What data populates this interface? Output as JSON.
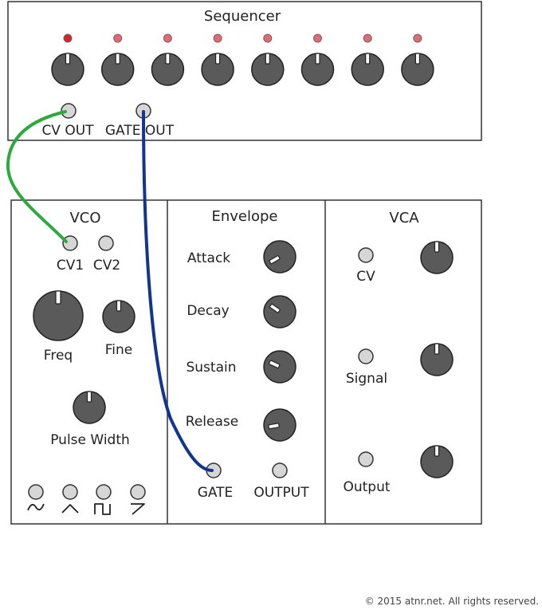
{
  "sequencer": {
    "title": "Sequencer",
    "led_active_color": "#d8232a",
    "led_color": "#e8686f",
    "step_count": 8,
    "cv_out_label": "CV OUT",
    "gate_out_label": "GATE OUT"
  },
  "vco": {
    "title": "VCO",
    "cv1_label": "CV1",
    "cv2_label": "CV2",
    "freq_label": "Freq",
    "fine_label": "Fine",
    "pulse_width_label": "Pulse Width",
    "waveform_icons": [
      "sine-wave-icon",
      "triangle-wave-icon",
      "square-wave-icon",
      "sawtooth-wave-icon"
    ]
  },
  "envelope": {
    "title": "Envelope",
    "attack_label": "Attack",
    "decay_label": "Decay",
    "sustain_label": "Sustain",
    "release_label": "Release",
    "gate_label": "GATE",
    "output_label": "OUTPUT"
  },
  "vca": {
    "title": "VCA",
    "cv_label": "CV",
    "signal_label": "Signal",
    "output_label": "Output"
  },
  "cables": {
    "cv_cable_color": "#2daa3c",
    "gate_cable_color": "#12368f"
  },
  "footer": {
    "copyright": "© 2015 atnr.net. All rights reserved."
  }
}
